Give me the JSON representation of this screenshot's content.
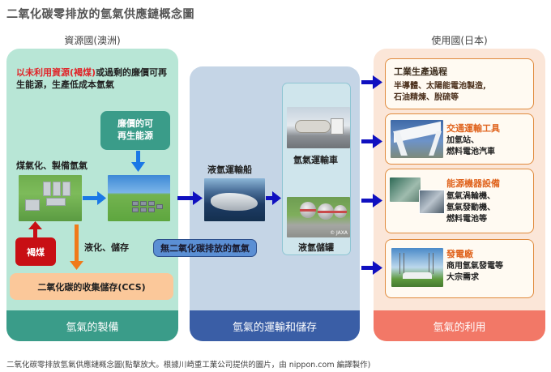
{
  "title": "二氧化碳零排放的氫氣供應鏈概念圖",
  "columns": {
    "source": "資源國(澳洲)",
    "user": "使用國(日本)"
  },
  "production": {
    "intro_red": "以未利用資源(褐煤)",
    "intro_rest": "或過剩的廉價可再生能源，生產低成本氫氣",
    "renewable_label_line1": "廉價的可",
    "renewable_label_line2": "再生能源",
    "gasification_label": "煤氣化、製備氫氣",
    "brown_coal": "褐煤",
    "liquefy_label": "液化、儲存",
    "ccs": "二氧化碳的收集儲存(CCS)",
    "footer": "氫氣的製備"
  },
  "co2_free_tag": "無二氧化碳排放的氫氣",
  "transport": {
    "ship_label": "液氫運輸船",
    "truck_label": "氫氣運輸車",
    "tank_label": "液氫儲罐",
    "tank_credit": "© JAXA",
    "footer": "氫氣的運輸和儲存"
  },
  "usage": {
    "footer": "氫氣的利用",
    "cards": [
      {
        "title": "工業生產過程",
        "lines": [
          "半導體、太陽能電池製造,",
          "石油精煉、脫硫等"
        ]
      },
      {
        "title": "交通運輸工具",
        "lines": [
          "加氫站、",
          "燃料電池汽車"
        ]
      },
      {
        "title": "能源機器設備",
        "lines": [
          "氫氣渦輪機、",
          "氫氣發動機、",
          "燃料電池等"
        ]
      },
      {
        "title": "發電廠",
        "lines": [
          "商用氫氣發電等",
          "大宗需求"
        ]
      }
    ]
  },
  "footnote": "二氧化碳零排放氫氣供應鏈概念圖(點擊放大。根據川崎重工業公司提供的圖片，由 nippon.com 編譯製作)",
  "colors": {
    "production_bg": "#b8e6d6",
    "production_accent": "#3a9c89",
    "transport_bg": "#c5d5e6",
    "transport_accent": "#3a5ea6",
    "usage_bg": "#fbe6d8",
    "usage_accent": "#f27867",
    "flow_arrow": "#1010c0",
    "brown_coal": "#c80f14",
    "ccs": "#fbc89a",
    "renewable_arrow": "#1a78e6",
    "liquefy_arrow": "#f07a1a"
  }
}
